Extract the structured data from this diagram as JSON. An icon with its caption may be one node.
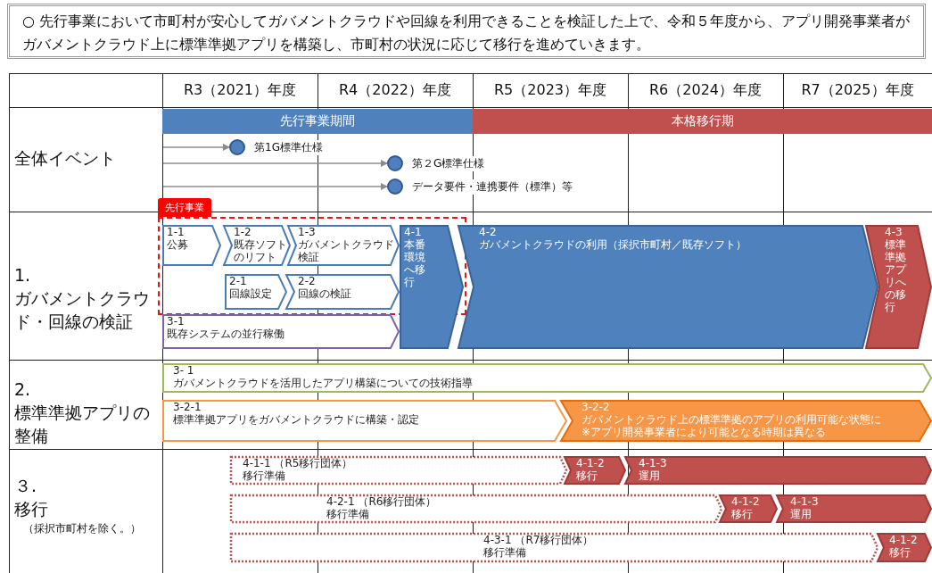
{
  "diagram": {
    "nodes": [
      {
        "text": [
          "先行事業期間"
        ]
      },
      {
        "text": [
          "本格移行期"
        ]
      },
      {
        "text": [],
        "shape": "circle",
        "beside": [
          "第1G標準仕様"
        ]
      },
      {
        "text": [],
        "shape": "circle",
        "beside": [
          "第２G標準仕様"
        ]
      },
      {
        "text": [],
        "shape": "circle",
        "beside": [
          "データ要件・連携要件（標準）等"
        ]
      },
      {
        "text": [
          "先行事業"
        ]
      },
      {
        "text": [
          "1-1",
          "公募"
        ],
        "in": 5
      },
      {
        "text": [
          "1-2",
          "既存ソフトのリフト"
        ],
        "in": 5
      },
      {
        "text": [
          "1-3",
          "ガバメントクラウド検証"
        ],
        "in": 5
      },
      {
        "text": [
          "4-1",
          "本番環境へ移行"
        ]
      },
      {
        "text": [
          "4-2",
          "ガバメントクラウドの利用（採択市町村／既存ソフト）"
        ]
      },
      {
        "text": [
          "4-3",
          "標準準拠アプリへの移行"
        ]
      },
      {
        "text": [
          "2-1",
          "回線設定"
        ],
        "in": 5
      },
      {
        "text": [
          "2-2",
          "回線の検証"
        ],
        "in": 5
      },
      {
        "text": [
          "3-1",
          "既存システムの並行稼働"
        ]
      },
      {
        "text": [
          "3- 1",
          "ガバメントクラウドを活用したアプリ構築についての技術指導"
        ]
      },
      {
        "text": [
          "3-2-1",
          "標準準拠アプリをガバメントクラウドに構築・認定"
        ]
      },
      {
        "text": [
          "3-2-2",
          "ガバメントクラウド上の標準準拠のアプリの利用可能な状態に",
          "※アプリ開発事業者により可能となる時期は異なる"
        ]
      },
      {
        "text": [
          "4-1-1 （R5移行団体）",
          "移行準備"
        ]
      },
      {
        "text": [
          "4-1-2",
          "移行"
        ]
      },
      {
        "text": [
          "4-1-3",
          "運用"
        ]
      },
      {
        "text": [
          "4-2-1 （R6移行団体）",
          "移行準備"
        ]
      },
      {
        "text": [
          "4-1-2",
          "移行"
        ]
      },
      {
        "text": [
          "4-1-3",
          "運用"
        ]
      },
      {
        "text": [
          "4-3-1 （R7移行団体）",
          "移行準備"
        ]
      },
      {
        "text": [
          "4-1-2",
          "移行"
        ]
      }
    ],
    "edges": [
      {
        "from": null,
        "to": 2,
        "arrow": "to"
      },
      {
        "from": null,
        "to": 3,
        "arrow": "to"
      },
      {
        "from": null,
        "to": 4,
        "arrow": "to"
      }
    ],
    "labels": [
      "○ 先行事業において市町村が安心してガバメントクラウドや回線を利用できることを検証した上で、令和５年度から、アプリ開発事業者がガバメントクラウド上に標準準拠アプリを構築し、市町村の状況に応じて移行を進めていきます。",
      "R3（2021）年度",
      "R4（2022）年度",
      "R5（2023）年度",
      "R6（2024）年度",
      "R7（2025）年度",
      "全体イベント",
      "1.",
      "ガバメントクラウド・回線の検証",
      "2.",
      "標準準拠アプリの整備",
      "３.",
      "移行",
      "（採択市町村を除く。）"
    ]
  }
}
